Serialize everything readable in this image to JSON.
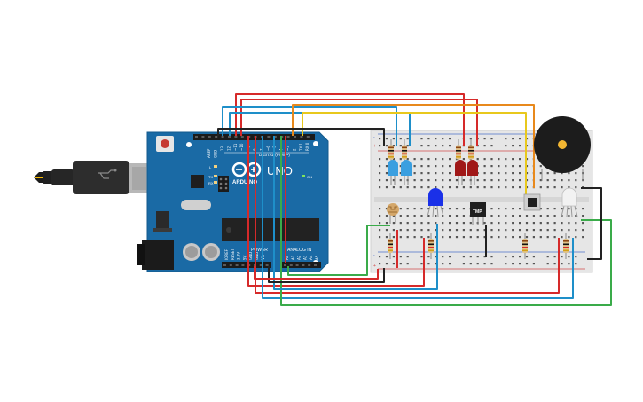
{
  "board": {
    "logo_text": "ARDUINO",
    "model_text": "UNO",
    "digital_label": "DIGITAL (PWM~)",
    "power_label": "POWER",
    "analog_label": "ANALOG IN",
    "on_label": "ON",
    "tx_label": "TX",
    "rx_label": "RX",
    "l_label": "L",
    "aref_label": "AREF",
    "gnd_label": "GND",
    "digital_pins": [
      "13",
      "12",
      "~11",
      "~10",
      "~9",
      "8",
      "7",
      "~6",
      "~5",
      "4",
      "~3",
      "2",
      "TX 1",
      "RX 0"
    ],
    "power_pins": [
      "IOREF",
      "RESET",
      "3.3V",
      "5V",
      "GND",
      "GND",
      "Vin"
    ],
    "analog_pins": [
      "A0",
      "A1",
      "A2",
      "A3",
      "A4",
      "A5"
    ]
  },
  "components": {
    "temp_sensor_label": "TMP"
  },
  "colors": {
    "board": "#1a6aa5",
    "breadboard": "#e6e6e6",
    "wire_red": "#d62a2a",
    "wire_blue": "#1e8fc9",
    "wire_yellow": "#e8c81c",
    "wire_orange": "#e8891c",
    "wire_green": "#3aab4a",
    "wire_black": "#222222"
  }
}
